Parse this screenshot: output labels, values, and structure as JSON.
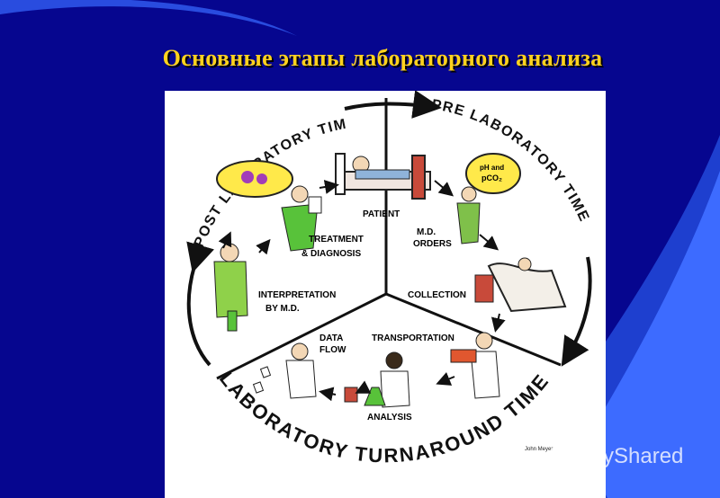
{
  "slide": {
    "title": "Основные этапы лабораторного анализа",
    "colors": {
      "background": "#06068f",
      "title": "#ffd21e",
      "swoosh": "#2e5bff",
      "panel": "#ffffff"
    }
  },
  "diagram": {
    "arc_labels": {
      "post": "POST LABORATORY TIME",
      "pre": "PRE LABORATORY TIME",
      "turnaround": "LABORATORY TURNAROUND TIME"
    },
    "steps": {
      "patient": "PATIENT",
      "md_orders_1": "M.D.",
      "md_orders_2": "ORDERS",
      "collection": "COLLECTION",
      "transportation": "TRANSPORTATION",
      "analysis": "ANALYSIS",
      "data_flow_1": "DATA",
      "data_flow_2": "FLOW",
      "interpretation_1": "INTERPRETATION",
      "interpretation_2": "BY M.D.",
      "treatment_1": "TREATMENT",
      "treatment_2": "& DIAGNOSIS"
    },
    "bubble_1": "pH and",
    "bubble_2": "pCO₂",
    "signature": "John Meyer"
  },
  "watermark": {
    "text": "MyShared",
    "icon": "presentation-board-icon"
  }
}
